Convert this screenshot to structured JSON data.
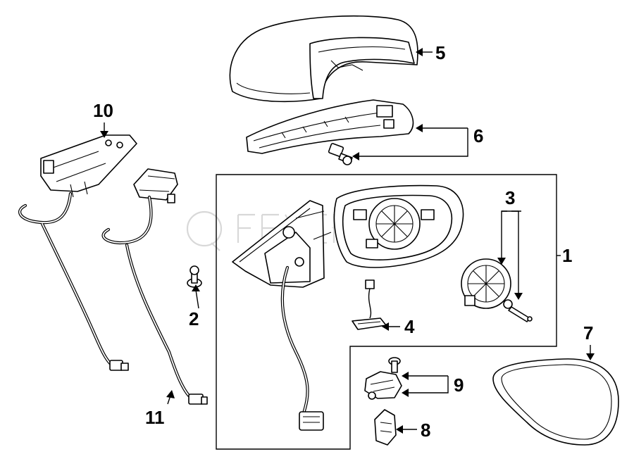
{
  "diagram": {
    "callouts": [
      {
        "id": "c1",
        "label": "1"
      },
      {
        "id": "c2",
        "label": "2"
      },
      {
        "id": "c3",
        "label": "3"
      },
      {
        "id": "c4",
        "label": "4"
      },
      {
        "id": "c5",
        "label": "5"
      },
      {
        "id": "c6",
        "label": "6"
      },
      {
        "id": "c7",
        "label": "7"
      },
      {
        "id": "c8",
        "label": "8"
      },
      {
        "id": "c9",
        "label": "9"
      },
      {
        "id": "c10",
        "label": "10"
      },
      {
        "id": "c11",
        "label": "11"
      }
    ],
    "colors": {
      "line": "#000000",
      "background": "#ffffff",
      "watermark": "#d8d8d8"
    }
  }
}
